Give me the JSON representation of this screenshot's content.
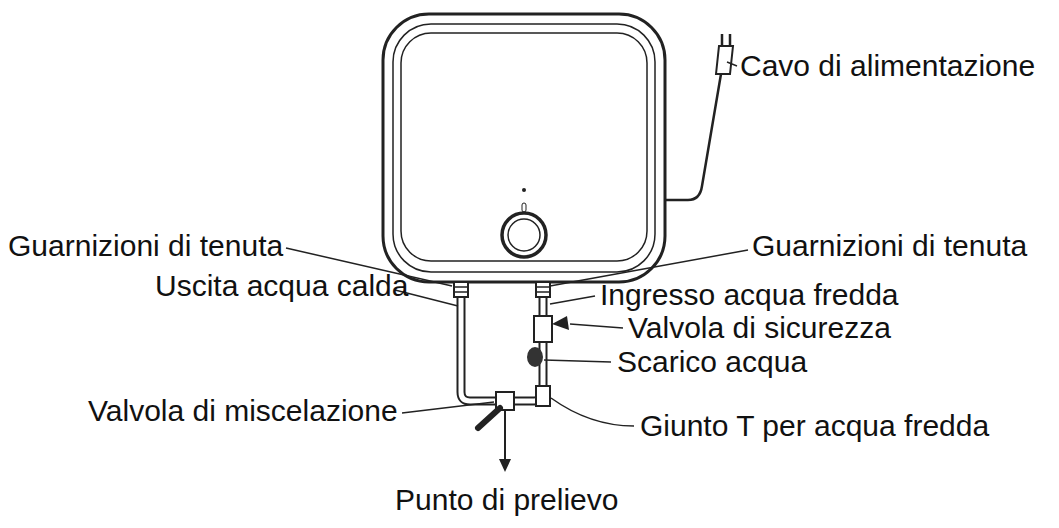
{
  "diagram": {
    "labels": [
      "Cavo di alimentazione",
      "Guarnizioni di tenuta",
      "Guarnizioni di tenuta",
      "Uscita acqua calda",
      "Ingresso acqua fredda",
      "Valvola di sicurezza",
      "Scarico acqua",
      "Valvola di miscelazione",
      "Giunto T per acqua fredda",
      "Punto di prelievo"
    ]
  }
}
